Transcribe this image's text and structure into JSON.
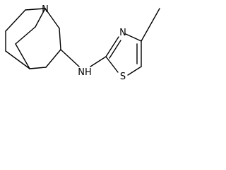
{
  "structure": {
    "atoms": {
      "quinuclidine_n": "N",
      "amine_nh": "NH",
      "thiazole_n": "N",
      "thiazole_s": "S"
    }
  }
}
